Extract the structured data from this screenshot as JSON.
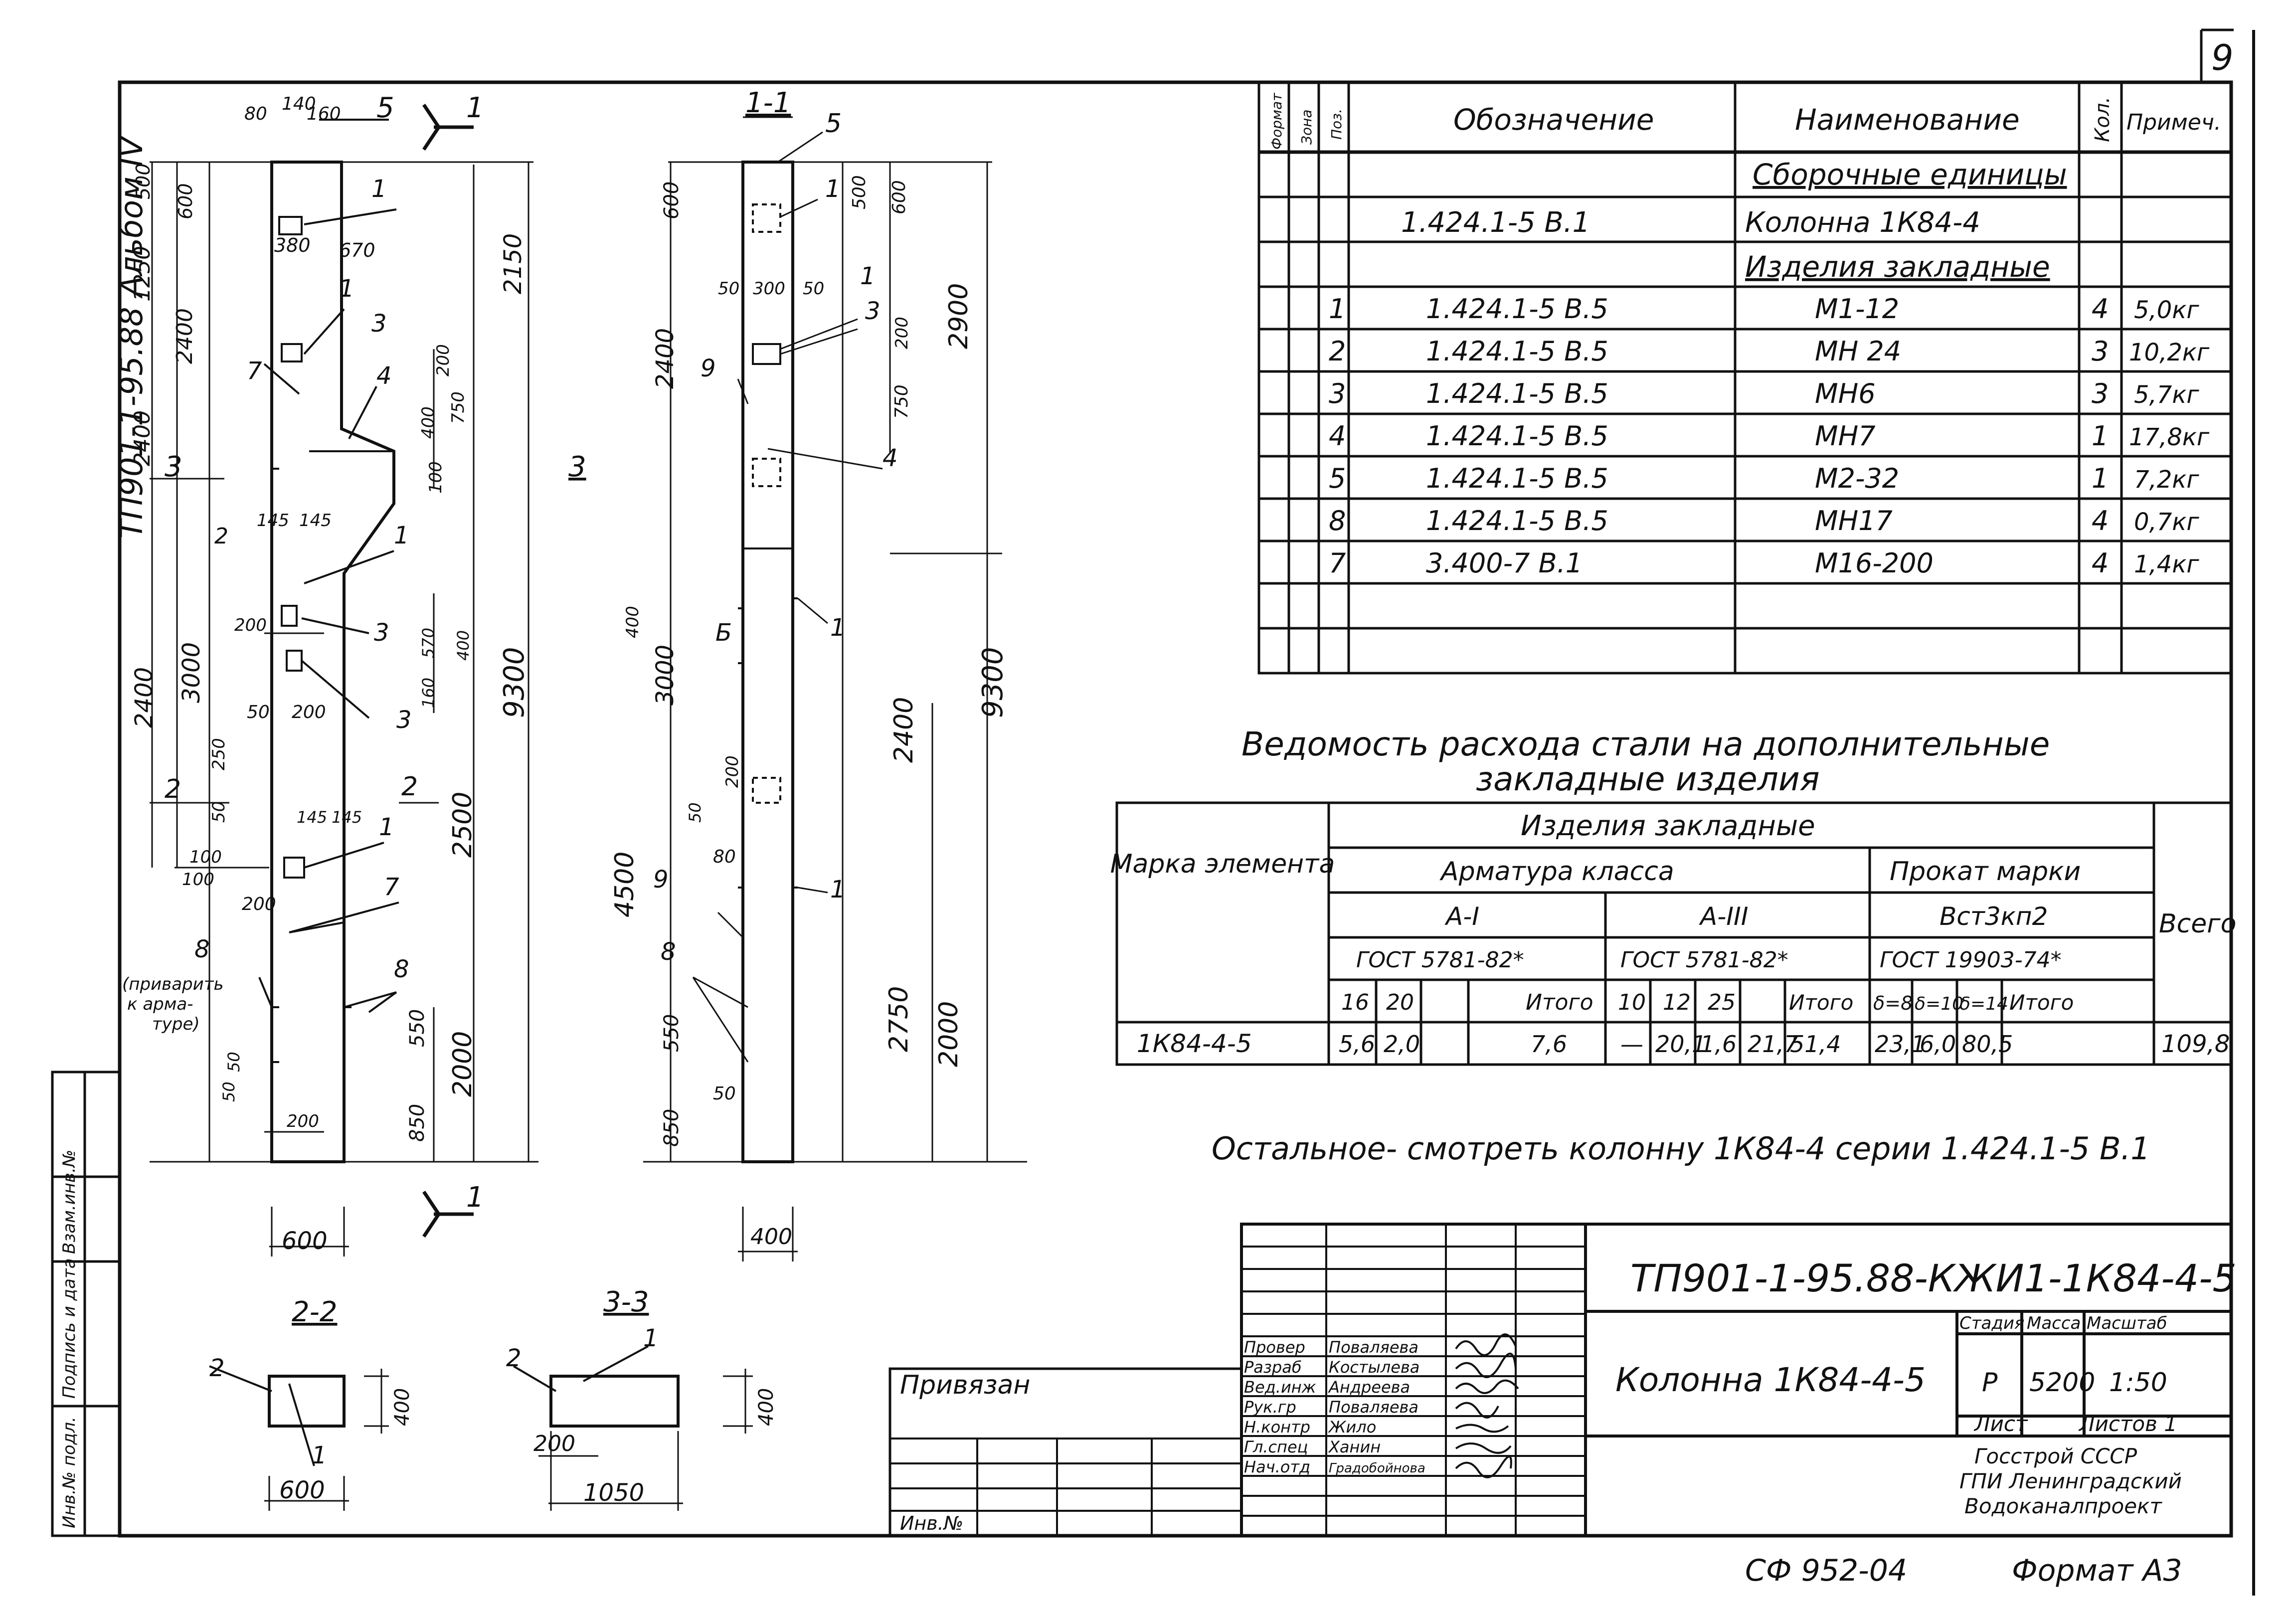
{
  "sheet_no": "9",
  "album_code": "ТП901-1-95.88  Альбом IV",
  "sheet_format": "Формат А3",
  "copy_no": "СФ 952-04",
  "spec": {
    "headers": [
      "Формат",
      "Зона",
      "Поз.",
      "Обозначение",
      "Наименование",
      "Кол.",
      "Примеч."
    ],
    "rows": [
      {
        "pos": "",
        "designation": "",
        "name": "Сборочные единицы",
        "qty": "",
        "note": ""
      },
      {
        "pos": "",
        "designation": "1.424.1-5  В.1",
        "name": "Колонна  1К84-4",
        "qty": "",
        "note": ""
      },
      {
        "pos": "",
        "designation": "",
        "name": "Изделия закладные",
        "qty": "",
        "note": ""
      },
      {
        "pos": "1",
        "designation": "1.424.1-5  В.5",
        "name": "М1-12",
        "qty": "4",
        "note": "5,0кг"
      },
      {
        "pos": "2",
        "designation": "1.424.1-5  В.5",
        "name": "МН 24",
        "qty": "3",
        "note": "10,2кг"
      },
      {
        "pos": "3",
        "designation": "1.424.1-5  В.5",
        "name": "МН6",
        "qty": "3",
        "note": "5,7кг"
      },
      {
        "pos": "4",
        "designation": "1.424.1-5  В.5",
        "name": "МН7",
        "qty": "1",
        "note": "17,8кг"
      },
      {
        "pos": "5",
        "designation": "1.424.1-5  В.5",
        "name": "М2-32",
        "qty": "1",
        "note": "7,2кг"
      },
      {
        "pos": "8",
        "designation": "1.424.1-5  В.5",
        "name": "МН17",
        "qty": "4",
        "note": "0,7кг"
      },
      {
        "pos": "7",
        "designation": "3.400-7  В.1",
        "name": "М16-200",
        "qty": "4",
        "note": "1,4кг"
      }
    ]
  },
  "steel": {
    "title_line1": "Ведомость расхода стали на дополнительные",
    "title_line2": "закладные изделия",
    "h_mark": "Марка элемента",
    "h_group": "Изделия закладные",
    "h_rebar": "Арматура класса",
    "h_rolled": "Прокат марки",
    "h_total": "Всего",
    "cls1": "А-I",
    "cls3": "А-III",
    "steel_grade": "Вст3кп2",
    "gost1": "ГОСТ 5781-82*",
    "gost2": "ГОСТ 5781-82*",
    "gost3": "ГОСТ 19903-74*",
    "cols": [
      "16",
      "20",
      "",
      "Итого",
      "10",
      "12",
      "25",
      "Итого",
      "δ=8",
      "δ=10",
      "δ=14",
      "Итого"
    ],
    "row": {
      "mark": "1К84-4-5",
      "values": [
        "5,6",
        "2,0",
        "",
        "7,6",
        "—",
        "20,1",
        "1,6",
        "21,7",
        "51,4",
        "23,1",
        "6,0",
        "80,5"
      ],
      "total": "109,8"
    }
  },
  "note": "Остальное- смотреть колонну 1К84-4 серии 1.424.1-5 В.1",
  "titleblock": {
    "doc_code": "ТП901-1-95.88-КЖИ1-1К84-4-5",
    "title": "Колонна 1К84-4-5",
    "h_stage": "Стадия",
    "h_mass": "Масса",
    "h_scale": "Масштаб",
    "stage": "Р",
    "mass": "5200",
    "scale": "1:50",
    "sheet_label": "Лист",
    "sheets_label": "Листов 1",
    "org": [
      "Госстрой СССР",
      "ГПИ Ленинградский",
      "Водоканалпроект"
    ],
    "privyazan": "Привязан",
    "inv_label": "Инв.№",
    "roles": [
      {
        "role": "Провер",
        "name": "Поваляева"
      },
      {
        "role": "Разраб",
        "name": "Костылева"
      },
      {
        "role": "Вед.инж",
        "name": "Андреева"
      },
      {
        "role": "Рук.гр",
        "name": "Поваляева"
      },
      {
        "role": "Н.контр",
        "name": "Жило"
      },
      {
        "role": "Гл.спец",
        "name": "Ханин"
      },
      {
        "role": "Нач.отд",
        "name": "Градобойнова"
      }
    ],
    "side": [
      "Инв.№ подл.",
      "Подпись и дата",
      "Взам.инв.№"
    ]
  },
  "drawing": {
    "cut11": "1-1",
    "cut22": "2-2",
    "cut33": "3-3",
    "mark1": "1",
    "mark2": "2",
    "mark3": "3",
    "mark4": "4",
    "mark5": "5",
    "mark7": "7",
    "mark8": "8",
    "mark9": "9",
    "markB": "Б",
    "weld_note": [
      "(приварить",
      "к арма-",
      "туре)"
    ],
    "d80": "80",
    "d140": "140",
    "d160": "160",
    "d500": "500",
    "d600": "600",
    "d1250": "1250",
    "d2400": "2400",
    "d2150": "2150",
    "d380": "380",
    "d670": "670",
    "d200": "200",
    "d400": "400",
    "d750": "750",
    "d100": "100",
    "d145": "145",
    "d3000": "3000",
    "d570": "570",
    "d160b": "160",
    "d50": "50",
    "d9300": "9300",
    "d250": "250",
    "d2500": "2500",
    "d550": "550",
    "d2000": "2000",
    "d850": "850",
    "d300": "300",
    "d2900": "2900",
    "d4500": "4500",
    "d2750": "2750",
    "d1050": "1050"
  }
}
